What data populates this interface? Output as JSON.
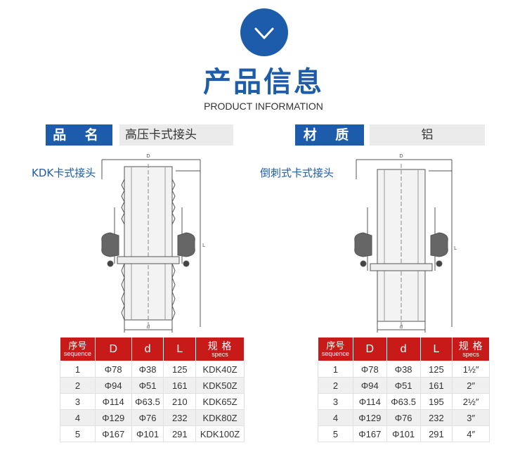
{
  "header": {
    "title_cn": "产品信息",
    "title_en": "PRODUCT INFORMATION",
    "icon": "chevron-down-icon"
  },
  "info": {
    "name_label": "品 名",
    "name_value": "高压卡式接头",
    "material_label": "材 质",
    "material_value": "铝"
  },
  "left": {
    "drawing_title": "KDK卡式接头",
    "dim_labels": {
      "D": "D",
      "d": "d",
      "L": "L"
    },
    "table": {
      "headers": {
        "seq_cn": "序号",
        "seq_en": "sequence",
        "D": "D",
        "d": "d",
        "L": "L",
        "specs_cn": "规 格",
        "specs_en": "specs"
      },
      "rows": [
        {
          "seq": "1",
          "D": "Φ78",
          "d": "Φ38",
          "L": "125",
          "spec": "KDK40Z"
        },
        {
          "seq": "2",
          "D": "Φ94",
          "d": "Φ51",
          "L": "161",
          "spec": "KDK50Z"
        },
        {
          "seq": "3",
          "D": "Φ114",
          "d": "Φ63.5",
          "L": "210",
          "spec": "KDK65Z"
        },
        {
          "seq": "4",
          "D": "Φ129",
          "d": "Φ76",
          "L": "232",
          "spec": "KDK80Z"
        },
        {
          "seq": "5",
          "D": "Φ167",
          "d": "Φ101",
          "L": "291",
          "spec": "KDK100Z"
        }
      ]
    }
  },
  "right": {
    "drawing_title": "倒刺式卡式接头",
    "dim_labels": {
      "D": "D",
      "d": "d",
      "L": "L"
    },
    "table": {
      "headers": {
        "seq_cn": "序号",
        "seq_en": "sequence",
        "D": "D",
        "d": "d",
        "L": "L",
        "specs_cn": "规 格",
        "specs_en": "specs"
      },
      "rows": [
        {
          "seq": "1",
          "D": "Φ78",
          "d": "Φ38",
          "L": "125",
          "spec": "1½″"
        },
        {
          "seq": "2",
          "D": "Φ94",
          "d": "Φ51",
          "L": "161",
          "spec": "2″"
        },
        {
          "seq": "3",
          "D": "Φ114",
          "d": "Φ63.5",
          "L": "195",
          "spec": "2½″"
        },
        {
          "seq": "4",
          "D": "Φ129",
          "d": "Φ76",
          "L": "232",
          "spec": "3″"
        },
        {
          "seq": "5",
          "D": "Φ167",
          "d": "Φ101",
          "L": "291",
          "spec": "4″"
        }
      ]
    }
  }
}
